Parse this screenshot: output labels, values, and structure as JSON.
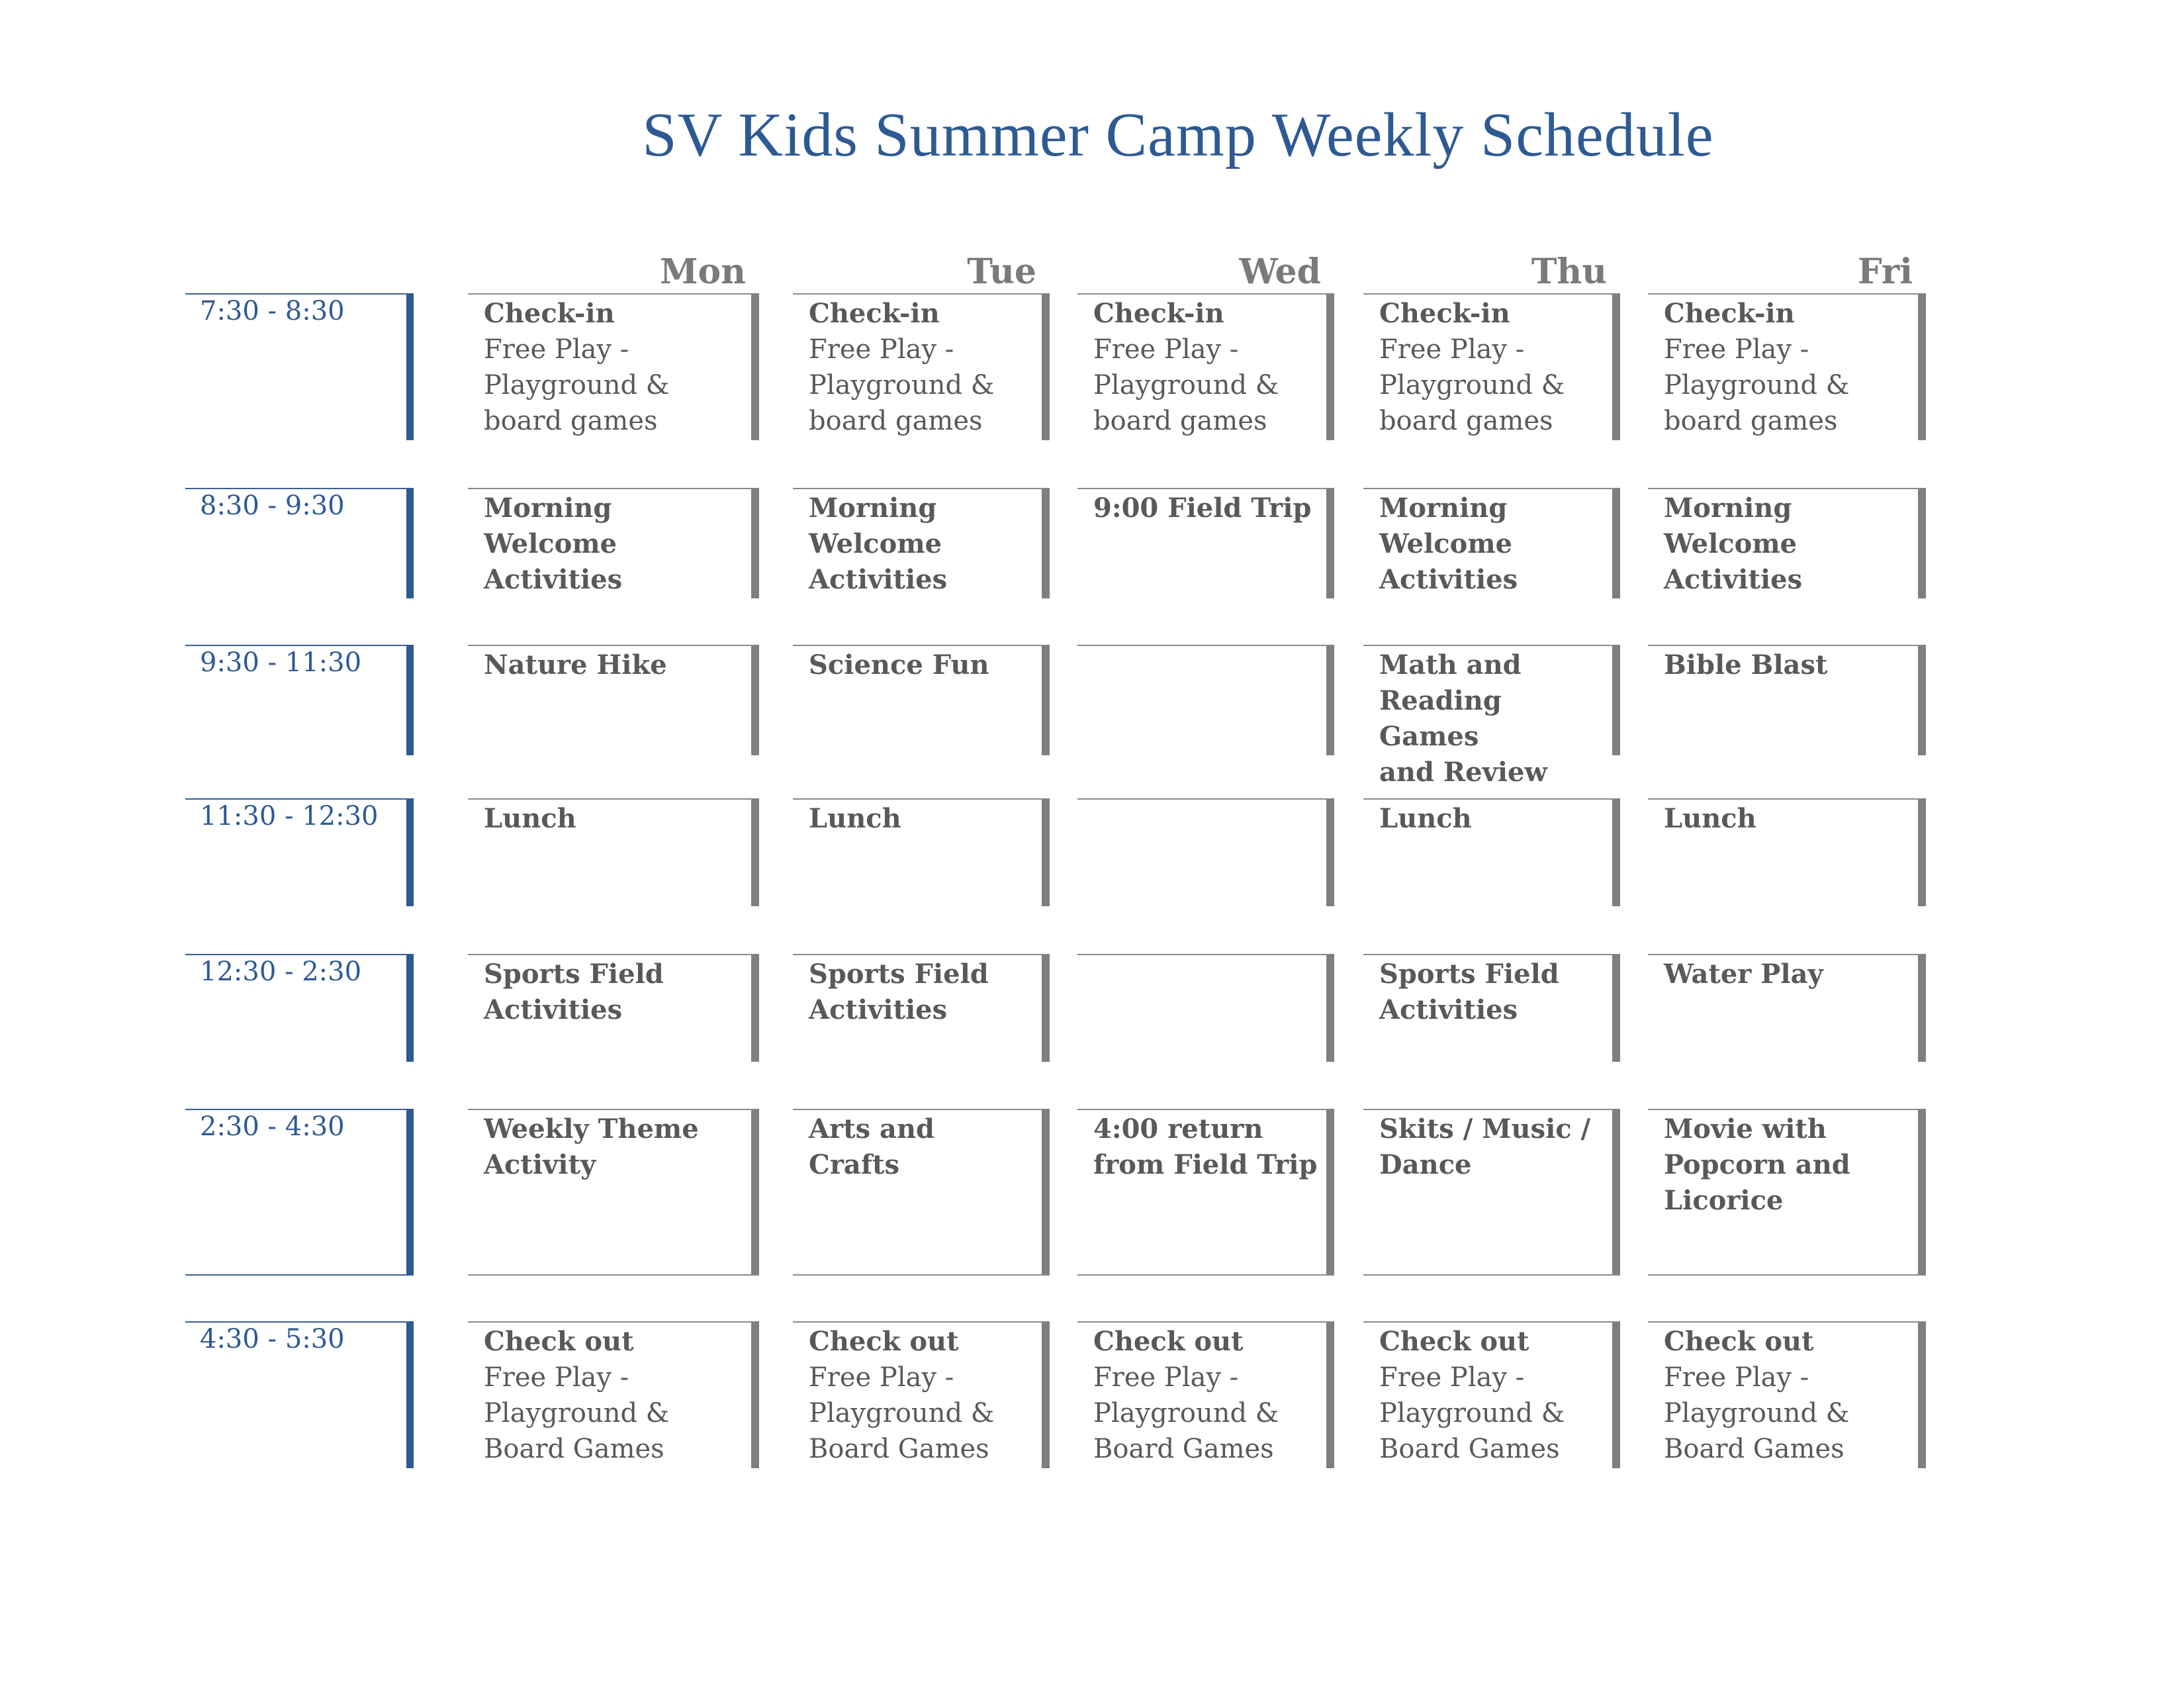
{
  "title": "SV Kids Summer Camp Weekly Schedule",
  "colors": {
    "title": "#2e5a94",
    "time_text": "#2e5a94",
    "time_bar": "#2e5a94",
    "day_header": "#7a7a7a",
    "cell_text": "#595959",
    "cell_bar": "#7f7f7f"
  },
  "days": [
    "Mon",
    "Tue",
    "Wed",
    "Thu",
    "Fri"
  ],
  "times": [
    "7:30 - 8:30",
    "8:30 - 9:30",
    "9:30 - 11:30",
    "11:30 - 12:30",
    "12:30 - 2:30",
    "2:30 - 4:30",
    "4:30 - 5:30"
  ],
  "schedule": [
    [
      {
        "title": "Check-in",
        "sub": "Free Play -\nPlayground &\nboard games"
      },
      {
        "title": "Check-in",
        "sub": "Free Play -\nPlayground &\nboard games"
      },
      {
        "title": "Check-in",
        "sub": "Free Play -\nPlayground &\nboard games"
      },
      {
        "title": "Check-in",
        "sub": "Free Play -\nPlayground &\nboard games"
      },
      {
        "title": "Check-in",
        "sub": "Free Play -\nPlayground &\nboard games"
      }
    ],
    [
      {
        "title": "Morning\nWelcome\nActivities",
        "sub": ""
      },
      {
        "title": "Morning\nWelcome\nActivities",
        "sub": ""
      },
      {
        "title": "9:00 Field Trip",
        "sub": ""
      },
      {
        "title": "Morning\nWelcome\nActivities",
        "sub": ""
      },
      {
        "title": "Morning\nWelcome\nActivities",
        "sub": ""
      }
    ],
    [
      {
        "title": "Nature Hike",
        "sub": ""
      },
      {
        "title": "Science Fun",
        "sub": ""
      },
      {
        "title": "",
        "sub": ""
      },
      {
        "title": "Math and\nReading Games\nand Review",
        "sub": ""
      },
      {
        "title": "Bible Blast",
        "sub": ""
      }
    ],
    [
      {
        "title": "Lunch",
        "sub": ""
      },
      {
        "title": "Lunch",
        "sub": ""
      },
      {
        "title": "",
        "sub": ""
      },
      {
        "title": "Lunch",
        "sub": ""
      },
      {
        "title": "Lunch",
        "sub": ""
      }
    ],
    [
      {
        "title": "Sports Field\nActivities",
        "sub": ""
      },
      {
        "title": "Sports Field\nActivities",
        "sub": ""
      },
      {
        "title": "",
        "sub": ""
      },
      {
        "title": "Sports Field\nActivities",
        "sub": ""
      },
      {
        "title": "Water Play",
        "sub": ""
      }
    ],
    [
      {
        "title": "Weekly Theme\nActivity",
        "sub": ""
      },
      {
        "title": "Arts and Crafts",
        "sub": ""
      },
      {
        "title": "4:00 return\nfrom Field Trip",
        "sub": ""
      },
      {
        "title": "Skits / Music /\nDance",
        "sub": ""
      },
      {
        "title": "Movie with\nPopcorn and\nLicorice",
        "sub": ""
      }
    ],
    [
      {
        "title": "Check out",
        "sub": "Free Play -\nPlayground &\nBoard Games"
      },
      {
        "title": "Check out",
        "sub": "Free Play -\nPlayground &\nBoard Games"
      },
      {
        "title": "Check out",
        "sub": "Free Play -\nPlayground &\nBoard Games"
      },
      {
        "title": "Check out",
        "sub": "Free Play -\nPlayground &\nBoard Games"
      },
      {
        "title": "Check out",
        "sub": "Free Play -\nPlayground &\nBoard Games"
      }
    ]
  ]
}
